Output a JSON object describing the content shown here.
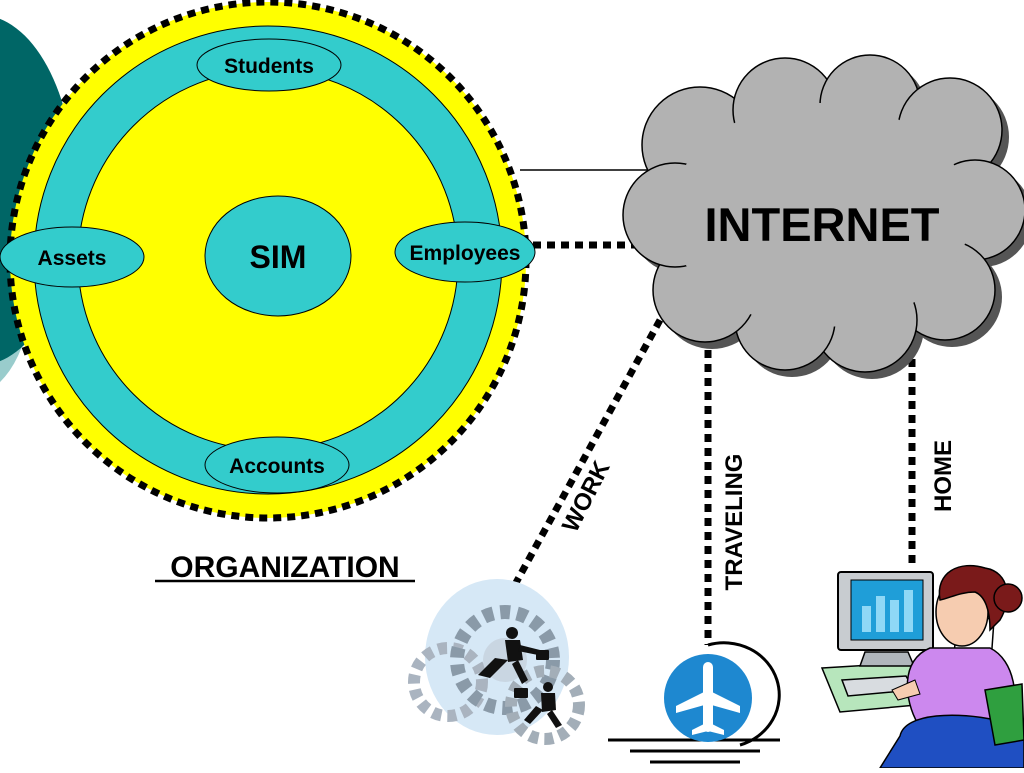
{
  "organization": {
    "center_label": "SIM",
    "nodes": {
      "students": "Students",
      "assets": "Assets",
      "employees": "Employees",
      "accounts": "Accounts"
    },
    "caption": "ORGANIZATION"
  },
  "internet": {
    "label": "INTERNET"
  },
  "connections": {
    "work": "WORK",
    "traveling": "TRAVELING",
    "home": "HOME"
  },
  "colors": {
    "outer_circle": "#ffff00",
    "ring": "#33cccc",
    "cloud": "#b2b2b2",
    "side_arc_dark": "#006666",
    "side_arc_light": "#99cccc",
    "plane_badge": "#1e88d0",
    "person_hair": "#7a1a1a",
    "person_shirt": "#cc88ee"
  },
  "icons": {
    "work": "business-people-gears-clipart",
    "traveling": "airplane-icon",
    "home": "woman-at-computer-clipart"
  }
}
